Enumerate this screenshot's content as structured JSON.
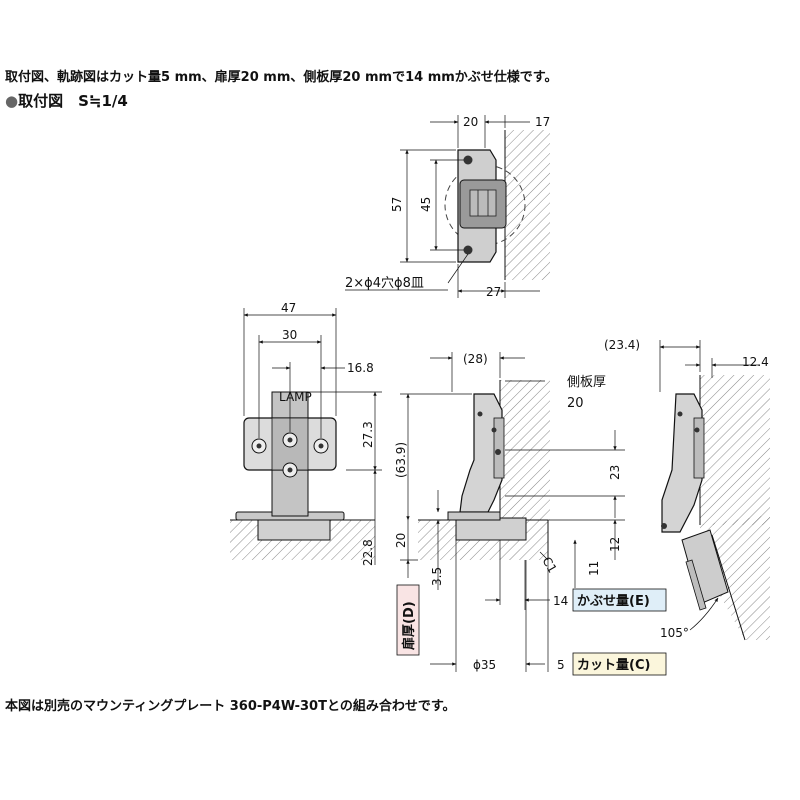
{
  "captions": {
    "top": "取付図、軌跡図はカット量5 mm、扉厚20 mm、側板厚20 mmで14 mmかぶせ仕様です。",
    "section_title": "取付図　S≒1/4",
    "bottom": "本図は別売のマウンティングプレート 360-P4W-30Tとの組み合わせです。"
  },
  "top_view": {
    "dim_width": "20",
    "dim_side": "17",
    "dim_height": "57",
    "dim_hole_pitch": "45",
    "dim_depth": "27",
    "hole_note": "2×ϕ4穴ϕ8皿"
  },
  "front_view": {
    "dim_width": "47",
    "dim_hole_pitch": "30",
    "dim_offset": "16.8",
    "dim_height": "27.3",
    "dim_base": "22.8",
    "logo_text": "LAMP"
  },
  "side_view": {
    "dim_top": "(28)",
    "side_label_1": "側板厚",
    "side_label_2": "20",
    "dim_total_height": "(63.9)",
    "dim_door": "20",
    "dim_small": "3.5",
    "dim_23": "23",
    "dim_12": "12",
    "dim_11": "11",
    "chamfer": "C1",
    "dim_overlay": "14",
    "overlay_label": "かぶせ量(E)",
    "door_label": "扉厚(D)",
    "dim_cup": "ϕ35",
    "dim_cut": "5",
    "cut_label": "カット量(C)"
  },
  "open_view": {
    "dim_top": "(23.4)",
    "dim_side": "12.4",
    "angle": "105°"
  },
  "colors": {
    "overlay_box": "#dfeef8",
    "cut_box": "#fbf6dc",
    "door_box": "#f9e4e4",
    "part_fill": "#d9d9d9",
    "part_dark": "#a8a8a8"
  }
}
